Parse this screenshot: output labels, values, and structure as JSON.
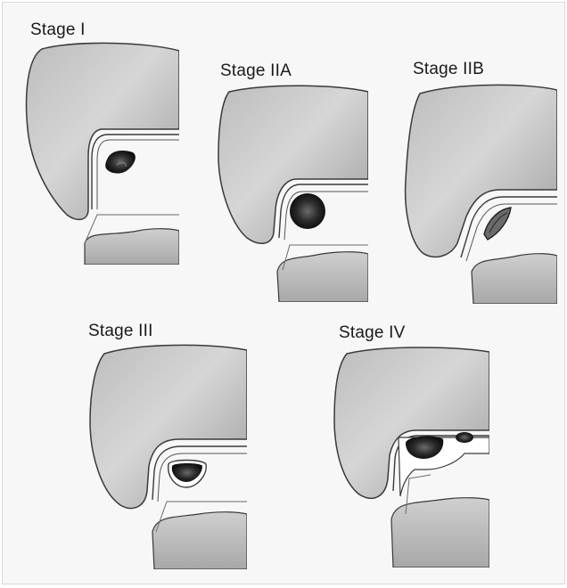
{
  "figure": {
    "panels": [
      {
        "label": "Stage I"
      },
      {
        "label": "Stage IIA"
      },
      {
        "label": "Stage IIB"
      },
      {
        "label": "Stage III"
      },
      {
        "label": "Stage IV"
      }
    ]
  },
  "colors": {
    "background": "#f7f7f7",
    "bone_shading": "#8a8a8a",
    "outline": "#3a3a3a",
    "lesion": "#1e1e1e"
  }
}
